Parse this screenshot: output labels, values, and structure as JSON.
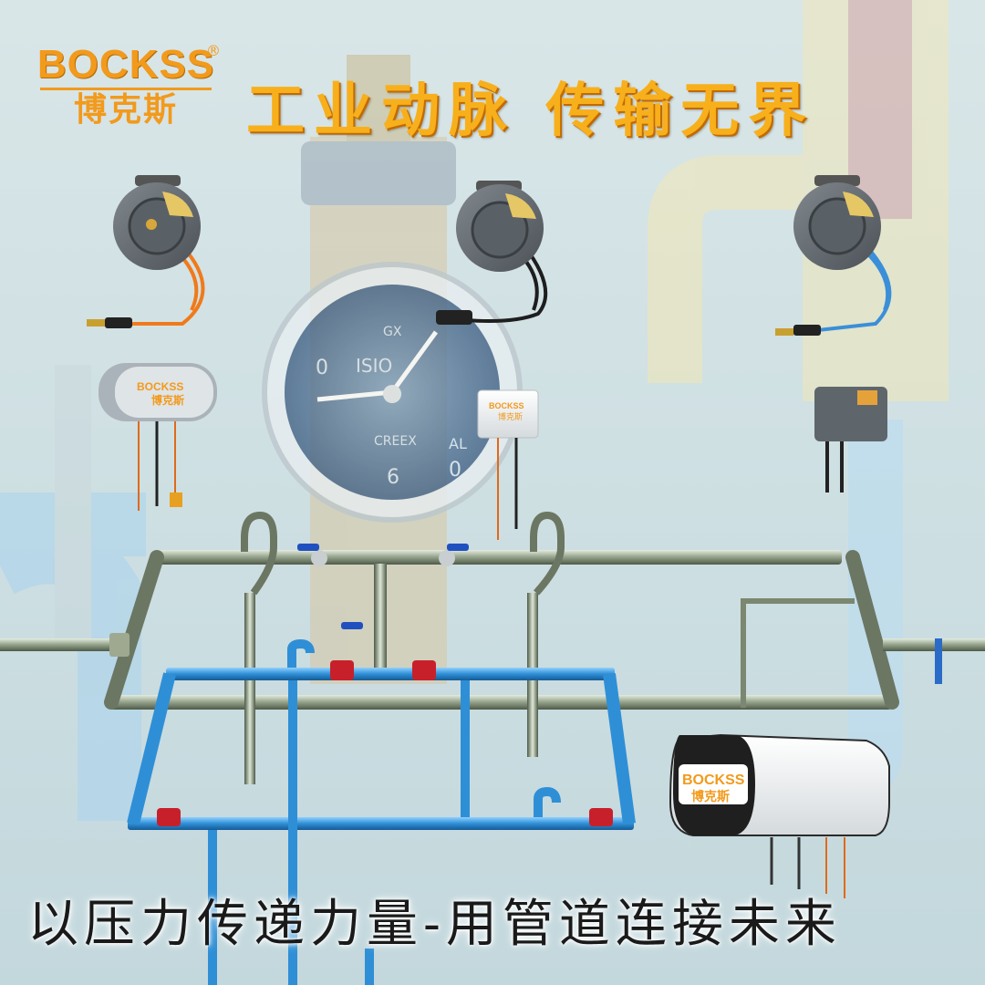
{
  "brand": {
    "name_en": "BOCKSS",
    "registered": "®",
    "name_cn": "博克斯"
  },
  "headline": "工业动脉  传输无界",
  "tagline": "以压力传递力量-用管道连接未来",
  "gauge": {
    "numbers": [
      "0",
      "6",
      "0"
    ],
    "text": [
      "ISIO",
      "GX",
      "CREEX",
      "AL"
    ]
  },
  "products": [
    {
      "type": "hose-reel",
      "hose_color": "#f07a1a"
    },
    {
      "type": "hose-reel",
      "hose_color": "#1e1e1e"
    },
    {
      "type": "hose-reel",
      "hose_color": "#3a8fd8"
    },
    {
      "type": "cable-box-grey",
      "label_en": "BOCKSS",
      "label_cn": "博克斯"
    },
    {
      "type": "cable-box-white",
      "label_en": "BOCKSS",
      "label_cn": "博克斯"
    },
    {
      "type": "cable-box-dark"
    },
    {
      "type": "cable-box-large",
      "label_en": "BOCKSS",
      "label_cn": "博克斯"
    }
  ],
  "colors": {
    "brand_orange": "#f29a1c",
    "pipe_blue": "#2f8fd6",
    "pipe_metal": "#8d9a83",
    "valve_red": "#c8202a"
  }
}
